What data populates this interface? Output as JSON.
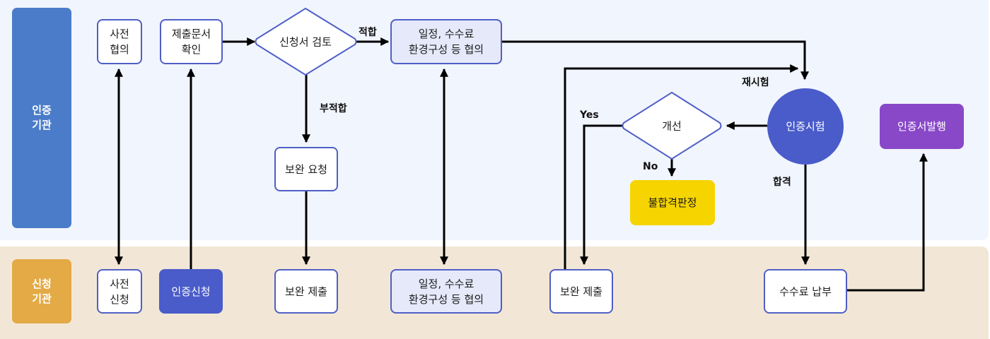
{
  "lanes": {
    "certifier": {
      "label": "인증\n기관",
      "color": "#4a7cc9",
      "background": "#f1f5fe"
    },
    "applicant": {
      "label": "신청\n기관",
      "color": "#e3aa46",
      "background": "#f2e7d6"
    }
  },
  "nodes": {
    "pre_consult": {
      "label": "사전\n협의",
      "lane": "certifier",
      "shape": "box"
    },
    "doc_check": {
      "label": "제출문서\n확인",
      "lane": "certifier",
      "shape": "box"
    },
    "app_review": {
      "label": "신청서 검토",
      "lane": "certifier",
      "shape": "diamond"
    },
    "schedule_consult_top": {
      "label": "일정, 수수료\n환경구성 등 협의",
      "lane": "certifier",
      "shape": "box"
    },
    "supplement_request": {
      "label": "보완 요청",
      "lane": "certifier",
      "shape": "box"
    },
    "improve": {
      "label": "개선",
      "lane": "certifier",
      "shape": "diamond"
    },
    "fail_decision": {
      "label": "불합격판정",
      "lane": "certifier",
      "shape": "box",
      "color": "#f5d400"
    },
    "cert_test": {
      "label": "인증시험",
      "lane": "certifier",
      "shape": "circle",
      "color": "#4a5cc9"
    },
    "cert_issue": {
      "label": "인증서발행",
      "lane": "certifier",
      "shape": "box",
      "color": "#8848c8"
    },
    "pre_apply": {
      "label": "사전\n신청",
      "lane": "applicant",
      "shape": "box"
    },
    "cert_apply": {
      "label": "인증신청",
      "lane": "applicant",
      "shape": "box",
      "color": "#4a5cc9"
    },
    "supplement_submit_1": {
      "label": "보완 제출",
      "lane": "applicant",
      "shape": "box"
    },
    "schedule_consult_bottom": {
      "label": "일정, 수수료\n환경구성 등 협의",
      "lane": "applicant",
      "shape": "box"
    },
    "supplement_submit_2": {
      "label": "보완 제출",
      "lane": "applicant",
      "shape": "box"
    },
    "fee_payment": {
      "label": "수수료 납부",
      "lane": "applicant",
      "shape": "box"
    }
  },
  "edge_labels": {
    "pass": "적합",
    "fail": "부적합",
    "retest": "재시험",
    "yes": "Yes",
    "no": "No",
    "passed": "합격"
  },
  "edges": [
    {
      "from": "pre_consult",
      "to": "pre_apply",
      "bidirectional": true
    },
    {
      "from": "cert_apply",
      "to": "doc_check"
    },
    {
      "from": "doc_check",
      "to": "app_review"
    },
    {
      "from": "app_review",
      "to": "schedule_consult_top",
      "label": "적합"
    },
    {
      "from": "app_review",
      "to": "supplement_request",
      "label": "부적합"
    },
    {
      "from": "supplement_request",
      "to": "supplement_submit_1"
    },
    {
      "from": "schedule_consult_top",
      "to": "schedule_consult_bottom",
      "bidirectional": true
    },
    {
      "from": "schedule_consult_top",
      "to": "cert_test"
    },
    {
      "from": "supplement_submit_2",
      "to": "cert_test",
      "label": "재시험"
    },
    {
      "from": "cert_test",
      "to": "improve"
    },
    {
      "from": "improve",
      "to": "supplement_submit_2",
      "label": "Yes"
    },
    {
      "from": "improve",
      "to": "fail_decision",
      "label": "No"
    },
    {
      "from": "cert_test",
      "to": "fee_payment",
      "label": "합격"
    },
    {
      "from": "fee_payment",
      "to": "cert_issue"
    }
  ]
}
